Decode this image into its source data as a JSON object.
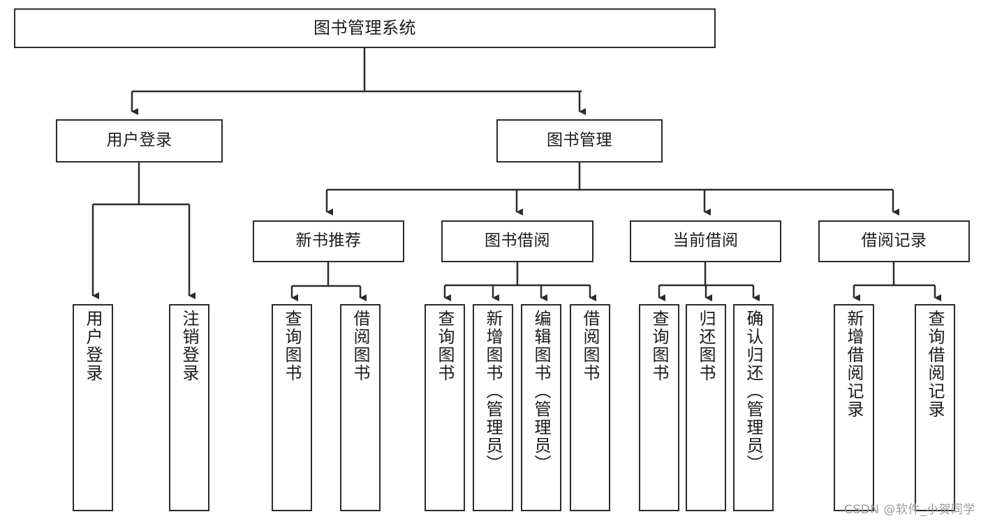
{
  "diagram": {
    "title": "图书管理系统",
    "watermark": "CSDN @软件_小贺同学",
    "colors": {
      "box_border": "#2b2b2b",
      "box_fill": "#ffffff",
      "connector": "#2b2b2b",
      "text": "#1a1a1a",
      "watermark": "#9a9a9a"
    },
    "root": {
      "label": "图书管理系统"
    },
    "level2": [
      {
        "label": "用户登录"
      },
      {
        "label": "图书管理"
      }
    ],
    "level3": [
      {
        "label": "新书推荐"
      },
      {
        "label": "图书借阅"
      },
      {
        "label": "当前借阅"
      },
      {
        "label": "借阅记录"
      }
    ],
    "leaves": {
      "user_login": [
        {
          "label": "用户登录"
        },
        {
          "label": "注销登录"
        }
      ],
      "new_book": [
        {
          "label": "查询图书"
        },
        {
          "label": "借阅图书"
        }
      ],
      "book_borrow": [
        {
          "label": "查询图书"
        },
        {
          "label": "新增图书（管理员）"
        },
        {
          "label": "编辑图书（管理员）"
        },
        {
          "label": "借阅图书"
        }
      ],
      "current_borrow": [
        {
          "label": "查询图书"
        },
        {
          "label": "归还图书"
        },
        {
          "label": "确认归还（管理员）"
        }
      ],
      "borrow_record": [
        {
          "label": "新增借阅记录"
        },
        {
          "label": "查询借阅记录"
        }
      ]
    }
  }
}
